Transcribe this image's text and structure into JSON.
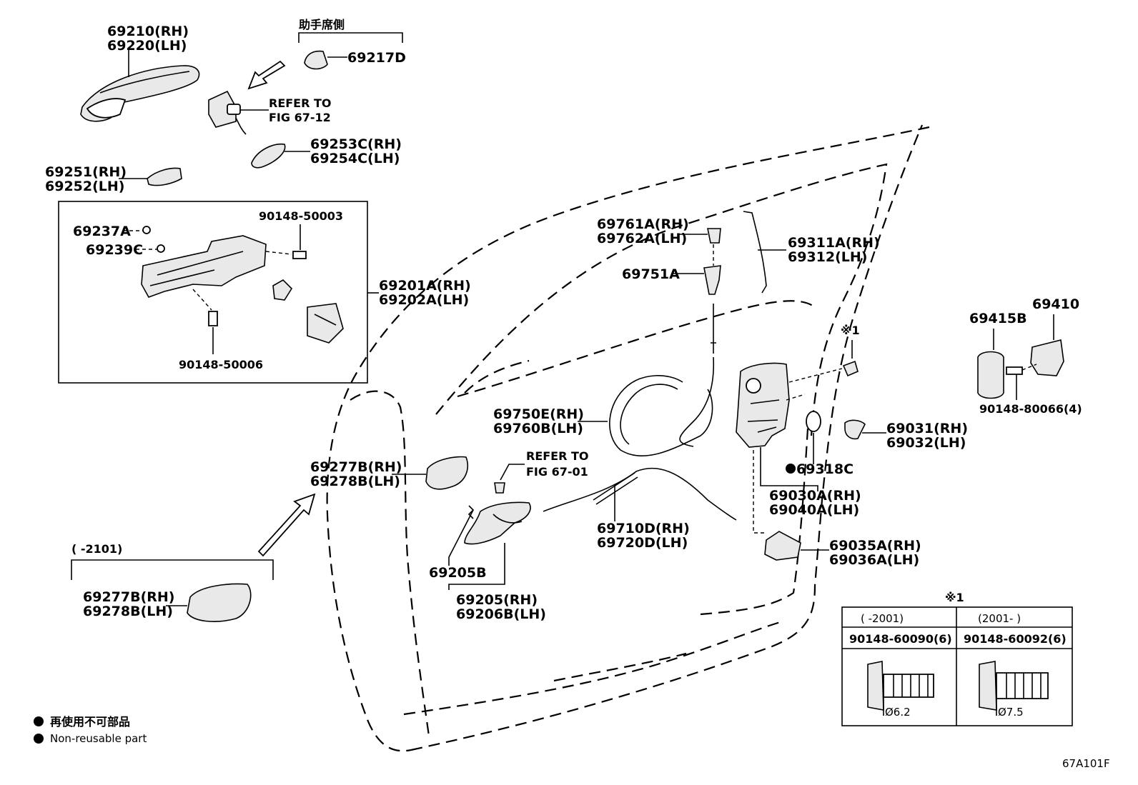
{
  "labels": {
    "p69210": "69210(RH)",
    "p69220": "69220(LH)",
    "passenger_side": "助手席側",
    "p69217d": "69217D",
    "refer_to_1": "REFER TO",
    "fig_67_12": "FIG 67-12",
    "p69253c": "69253C(RH)",
    "p69254c": "69254C(LH)",
    "p69251": "69251(RH)",
    "p69252": "69252(LH)",
    "p69237a": "69237A",
    "p90148_50003": "90148-50003",
    "p69239c": "69239C",
    "p69201a": "69201A(RH)",
    "p69202a": "69202A(LH)",
    "p90148_50006": "90148-50006",
    "p69761a": "69761A(RH)",
    "p69762a": "69762A(LH)",
    "p69751a": "69751A",
    "p69311a": "69311A(RH)",
    "p69312": "69312(LH)",
    "p69415b": "69415B",
    "p69410": "69410",
    "note_mark_1": "※1",
    "p90148_80066": "90148-80066(4)",
    "p69750e": "69750E(RH)",
    "p69760b": "69760B(LH)",
    "p69031": "69031(RH)",
    "p69032": "69032(LH)",
    "p69318c": "69318C",
    "p69277b_1": "69277B(RH)",
    "p69278b_1": "69278B(LH)",
    "refer_to_2": "REFER TO",
    "fig_67_01": "FIG 67-01",
    "p69030a": "69030A(RH)",
    "p69040a": "69040A(LH)",
    "p69710d": "69710D(RH)",
    "p69720d": "69720D(LH)",
    "p69035a": "69035A(RH)",
    "p69036a": "69036A(LH)",
    "range_2101": "(    -2101)",
    "p69205b": "69205B",
    "p69277b_2": "69277B(RH)",
    "p69278b_2": "69278B(LH)",
    "p69205": "69205(RH)",
    "p69206b": "69206B(LH)",
    "note_mark_2": "※1",
    "legend_jp": "再使用不可部品",
    "legend_en": "Non-reusable part",
    "figure_code": "67A101F"
  },
  "bolt_table": {
    "col1_range": "(     -2001)",
    "col2_range": "(2001-     )",
    "col1_part": "90148-60090(6)",
    "col2_part": "90148-60092(6)",
    "col1_dia": "Ø6.2",
    "col2_dia": "Ø7.5"
  },
  "colors": {
    "line": "#000000",
    "background": "#ffffff",
    "part_fill": "#e9e9e9"
  }
}
